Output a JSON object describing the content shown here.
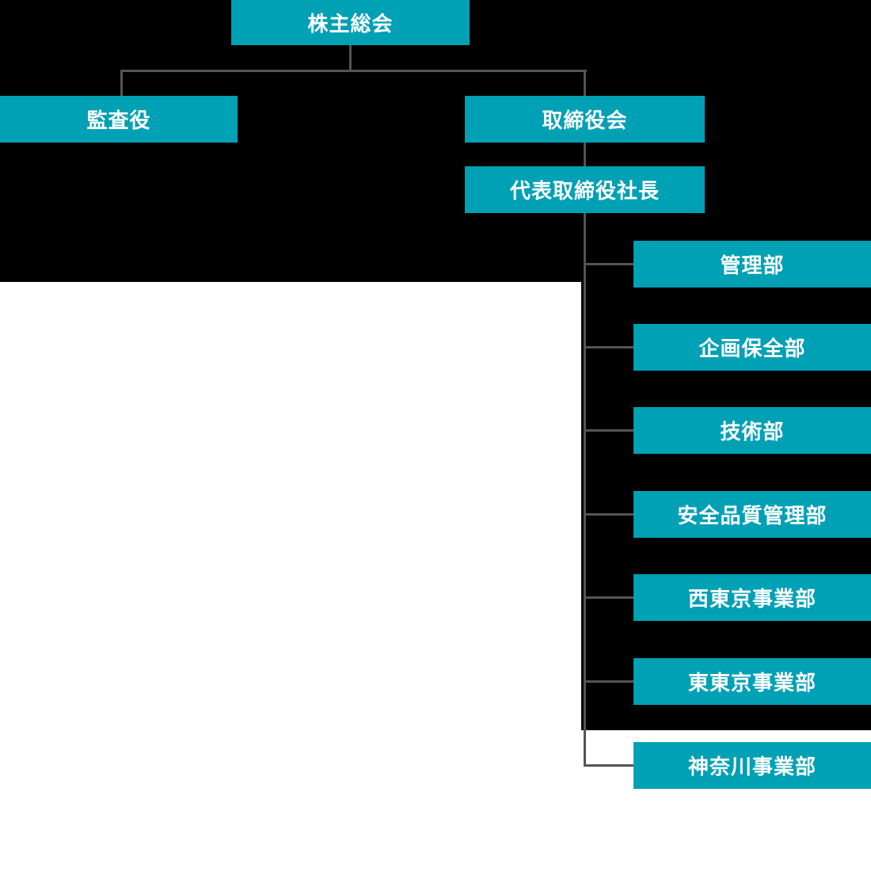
{
  "colors": {
    "node_fill": "#00A0B5",
    "node_text": "#FFFFFF",
    "connector": "#545454",
    "background_dark": "#000000",
    "background_light": "#FFFFFF"
  },
  "org": {
    "shareholders_meeting": {
      "label": "株主総会"
    },
    "auditor": {
      "label": "監査役"
    },
    "board_of_directors": {
      "label": "取締役会"
    },
    "president": {
      "label": "代表取締役社長"
    },
    "departments": [
      {
        "label": "管理部"
      },
      {
        "label": "企画保全部"
      },
      {
        "label": "技術部"
      },
      {
        "label": "安全品質管理部"
      },
      {
        "label": "西東京事業部"
      },
      {
        "label": "東東京事業部"
      },
      {
        "label": "神奈川事業部"
      }
    ]
  }
}
